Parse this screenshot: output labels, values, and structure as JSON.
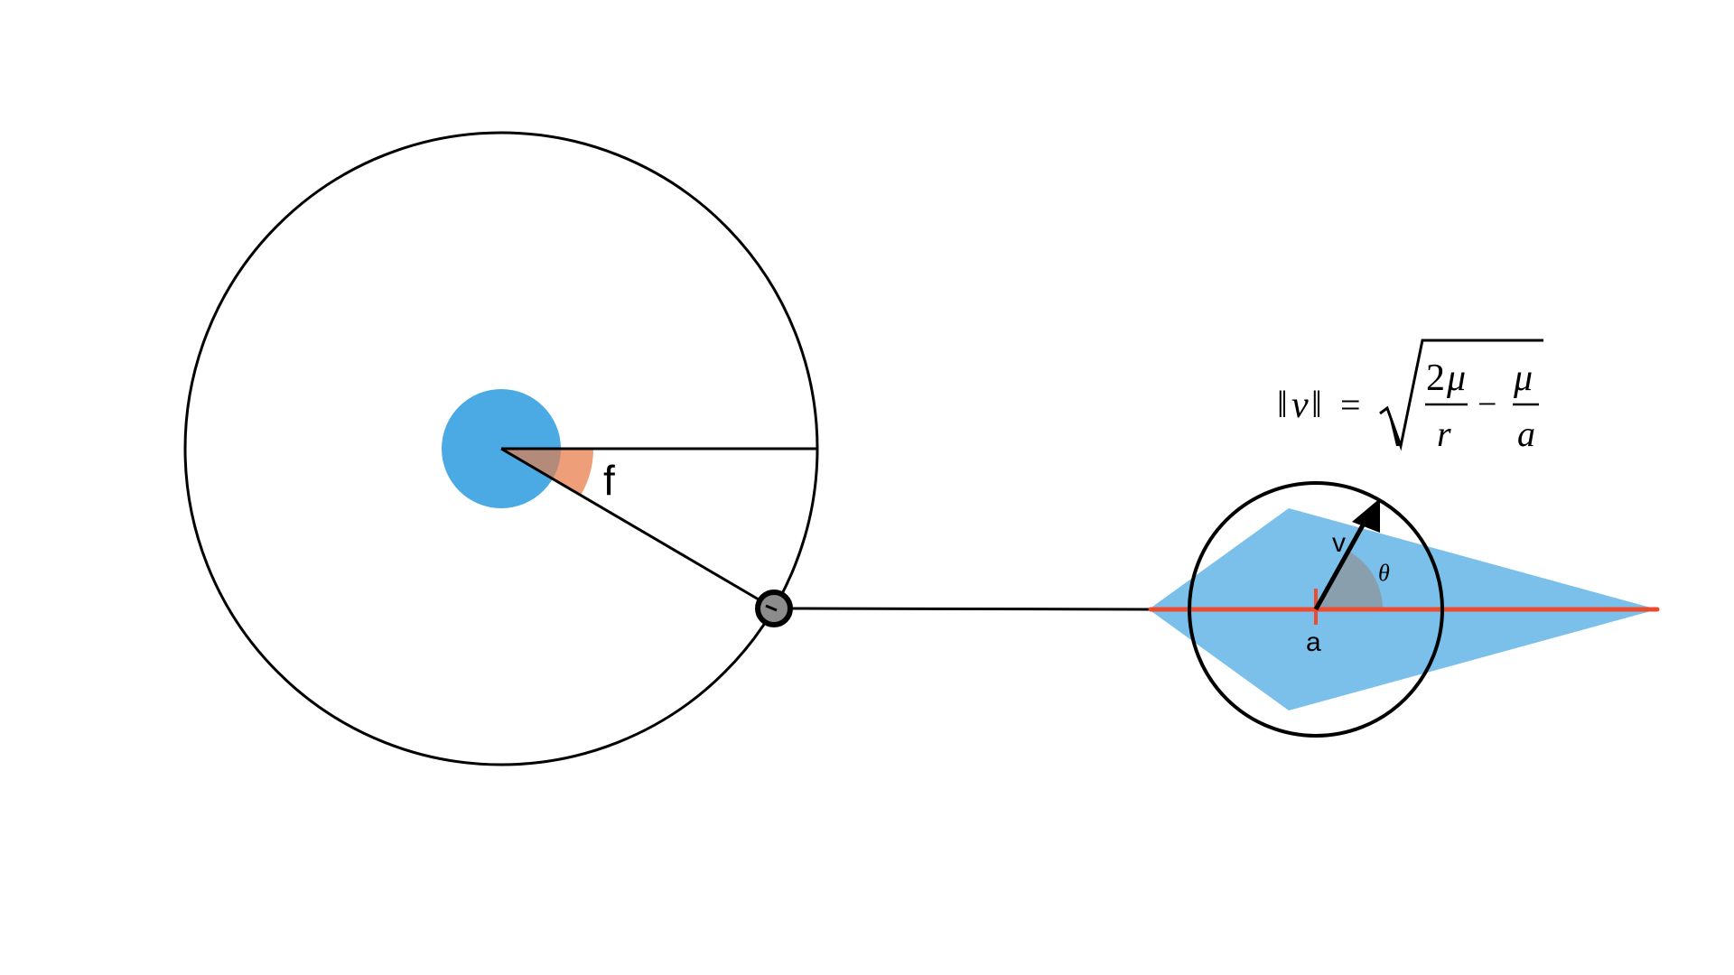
{
  "diagram": {
    "colors": {
      "central_body": "#4BA9E4",
      "angle_wedge": "#EE9F7A",
      "angle_wedge_overlap": "#B48A7A",
      "velocity_envelope": "#7AC0EB",
      "axis_line": "#EE4B2E",
      "theta_wedge": "#8A9FAE",
      "satellite": "#8C8C8C",
      "stroke": "#000000"
    },
    "labels": {
      "true_anomaly": "f",
      "velocity": "v",
      "semi_major": "a",
      "angle": "θ"
    },
    "formula": {
      "lhs_norm": "‖",
      "lhs_var": "v",
      "equals": "=",
      "term1_num_coef": "2",
      "term1_num_var": "μ",
      "term1_den": "r",
      "minus": "−",
      "term2_num": "μ",
      "term2_den": "a"
    },
    "icons": {
      "central_body": "filled-circle",
      "satellite": "satellite-circle-icon",
      "velocity_arrow": "arrow-icon"
    }
  }
}
